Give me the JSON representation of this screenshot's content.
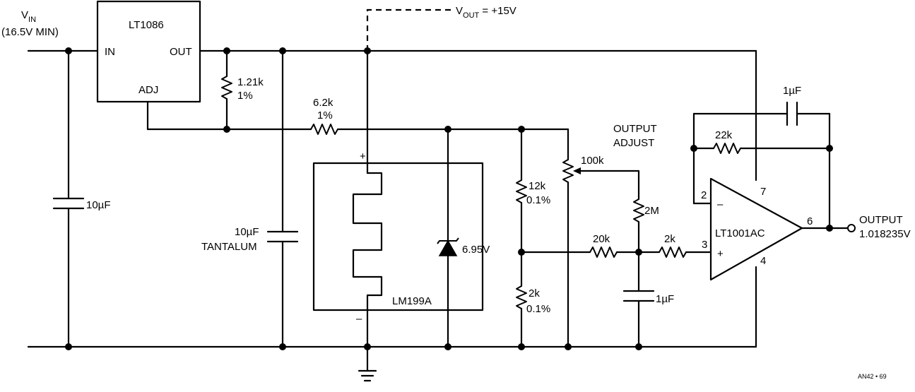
{
  "labels": {
    "vin_v": "V",
    "vin_sub": "IN",
    "vin_min": "(16.5V MIN)",
    "reg_name": "LT1086",
    "reg_in": "IN",
    "reg_out": "OUT",
    "reg_adj": "ADJ",
    "vout_v": "V",
    "vout_sub": "OUT",
    "vout_val": " = +15V",
    "r1_val": "1.21k",
    "r1_tol": "1%",
    "r2_val": "6.2k",
    "r2_tol": "1%",
    "c_in": "10µF",
    "c_tant_val": "10µF",
    "c_tant_type": "TANTALUM",
    "ref_name": "LM199A",
    "ref_plus": "+",
    "ref_minus": "–",
    "zener": "6.95V",
    "r3_val": "12k",
    "r3_tol": "0.1%",
    "r4_val": "2k",
    "r4_tol": "0.1%",
    "out_adj_1": "OUTPUT",
    "out_adj_2": "ADJUST",
    "pot": "100k",
    "r_2m": "2M",
    "r_20k": "20k",
    "r_2k": "2k",
    "c_filt": "1µF",
    "c_fb": "1µF",
    "r_fb": "22k",
    "opamp": "LT1001AC",
    "pin2": "2",
    "pin3": "3",
    "pin4": "4",
    "pin6": "6",
    "pin7": "7",
    "op_minus": "–",
    "op_plus": "+",
    "out_1": "OUTPUT",
    "out_2": "1.018235V",
    "fig_id": "AN42 • 69"
  }
}
